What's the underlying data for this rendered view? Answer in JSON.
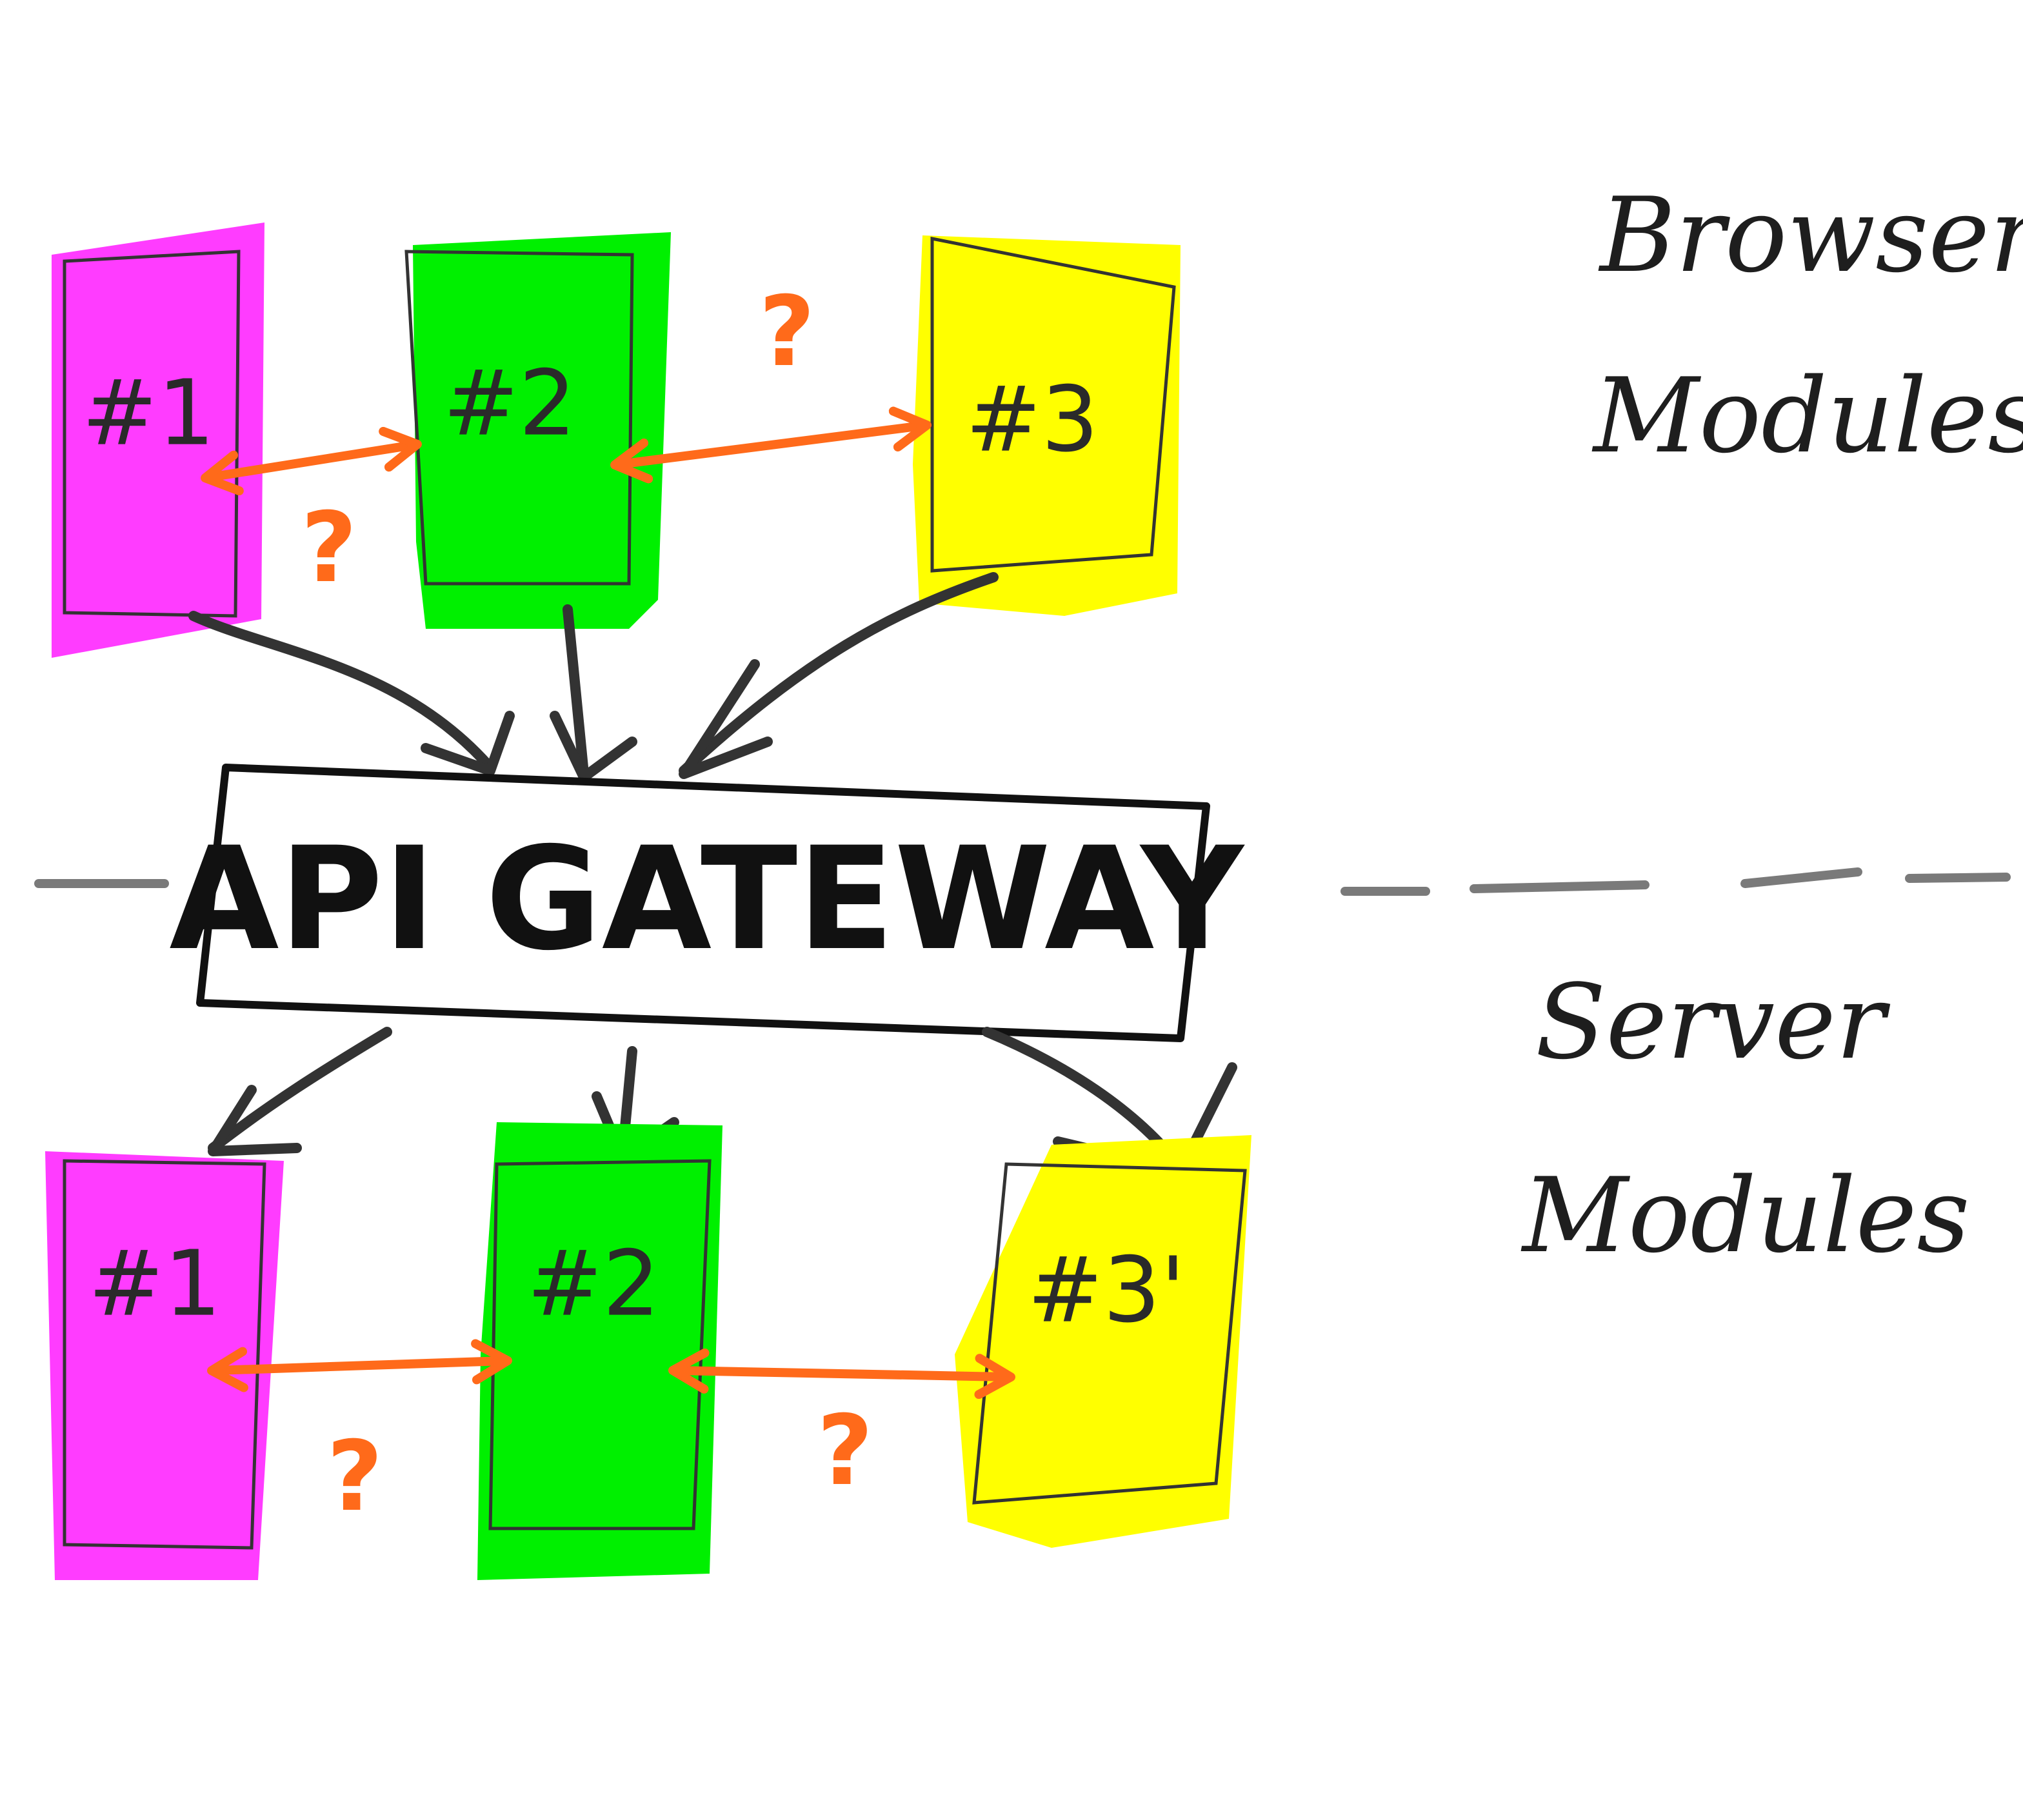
{
  "colors": {
    "module_1": "#ff3cff",
    "module_2": "#00f000",
    "module_3": "#ffff00",
    "connector": "#ff6a1a",
    "ink": "#333333",
    "divider": "#7a7a7a"
  },
  "gateway": {
    "label": "API GATEWAY"
  },
  "zones": {
    "top_label_line1": "Browser",
    "top_label_line2": "Modules",
    "bottom_label_line1": "Server",
    "bottom_label_line2": "Modules"
  },
  "browser_modules": [
    {
      "label": "#1",
      "color_key": "module_1"
    },
    {
      "label": "#2",
      "color_key": "module_2"
    },
    {
      "label": "#3",
      "color_key": "module_3"
    }
  ],
  "server_modules": [
    {
      "label": "#1",
      "color_key": "module_1"
    },
    {
      "label": "#2",
      "color_key": "module_2"
    },
    {
      "label": "#3'",
      "color_key": "module_3"
    }
  ],
  "connectors": {
    "browser_1_2": "?",
    "browser_2_3": "?",
    "server_1_2": "?",
    "server_2_3": "?"
  }
}
